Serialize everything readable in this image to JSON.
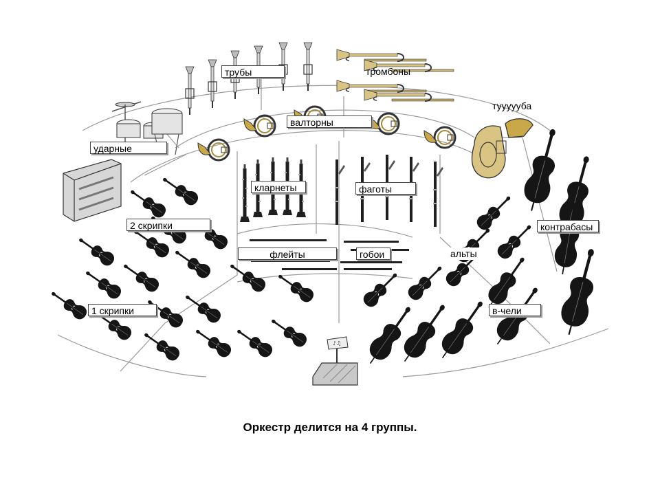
{
  "labels": {
    "trumpets": "трубы",
    "trombones": "тромбоны",
    "tuba": "туууууба",
    "horns": "валторны",
    "percussion": "ударные",
    "clarinets": "кларнеты",
    "bassoons": "фаготы",
    "violins2": "2 скрипки",
    "double_basses": "контрабасы",
    "flutes": "флейты",
    "oboes": "гобои",
    "violas": "альты",
    "cellos": "в-чели",
    "violins1": "1 скрипки"
  },
  "caption": "Оркестр делится на 4 группы.",
  "icons": {
    "trumpet": "trumpet-icon",
    "trombone": "trombone-icon",
    "horn": "french-horn-icon",
    "tuba": "tuba-icon",
    "drums": "drum-kit-icon",
    "xylophone": "xylophone-icon",
    "clarinet": "clarinet-icon",
    "bassoon": "bassoon-icon",
    "flute": "flute-icon",
    "oboe": "oboe-icon",
    "violin": "violin-icon",
    "viola": "viola-icon",
    "cello": "cello-icon",
    "double_bass": "double-bass-icon",
    "conductor_stand": "conductor-stand-icon"
  },
  "colors": {
    "instrument_dark": "#1a1a1a",
    "brass": "#c9a84a",
    "metal": "#9a9a9a",
    "line": "#888888"
  }
}
